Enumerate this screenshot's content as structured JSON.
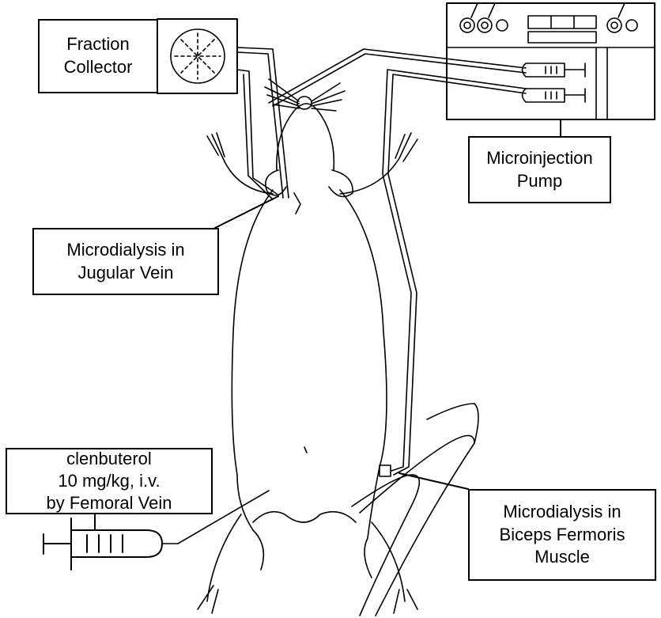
{
  "fraction_collector": {
    "line1": "Fraction",
    "line2": "Collector"
  },
  "microinjection_pump": {
    "line1": "Microinjection",
    "line2": "Pump"
  },
  "jugular_label": {
    "line1": "Microdialysis in",
    "line2": "Jugular Vein"
  },
  "biceps_label": {
    "line1": "Microdialysis in",
    "line2": "Biceps Fermoris",
    "line3": "Muscle"
  },
  "clenbuterol_label": {
    "line1": "clenbuterol",
    "line2": "10 mg/kg, i.v.",
    "line3": "by Femoral Vein"
  }
}
